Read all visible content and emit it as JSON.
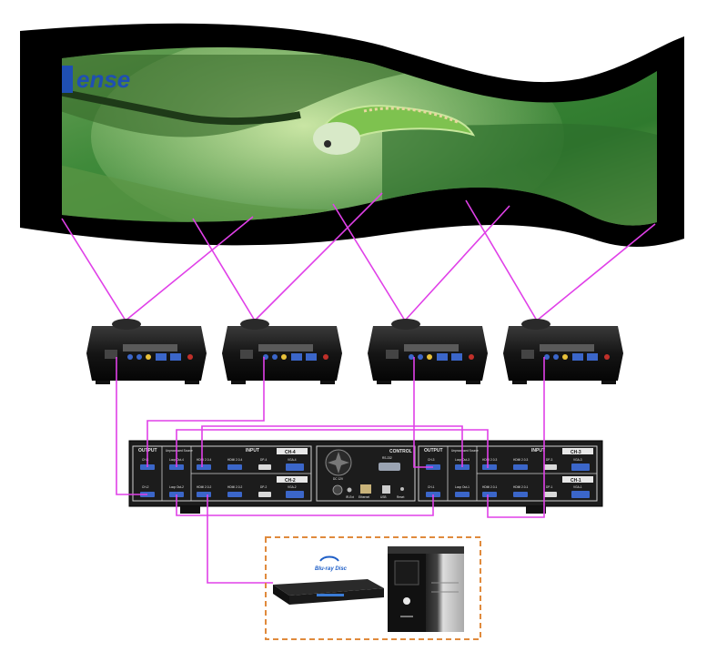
{
  "screen": {
    "brand_text": "ense"
  },
  "processor": {
    "left_block": {
      "output_label": "OUTPUT",
      "loop_label": "Unprocessed Source",
      "input_label": "INPUT",
      "ch_top": "CH-4",
      "ch_bottom": "CH-2",
      "out_top": "CH-4",
      "out_bottom": "CH-2",
      "loop_top": "Loop Out-4",
      "loop_bottom": "Loop Out-2",
      "ports_top": [
        "HDMI 2.0-4",
        "HDMI 2.0-4",
        "DP-4",
        "VGA-4"
      ],
      "ports_bottom": [
        "HDMI 2.0-2",
        "HDMI 2.0-2",
        "DP-2",
        "VGA-2"
      ]
    },
    "control": {
      "label": "CONTROL",
      "rs232": "RS-232",
      "ethernet": "Ethernet",
      "usb": "USB",
      "ir": "IR-Ext",
      "power": "DC 12V",
      "reset": "Reset"
    },
    "right_block": {
      "output_label": "OUTPUT",
      "loop_label": "Unprocessed Source",
      "input_label": "INPUT",
      "ch_top": "CH-3",
      "ch_bottom": "CH-1",
      "out_top": "CH-3",
      "out_bottom": "CH-1",
      "loop_top": "Loop Out-3",
      "loop_bottom": "Loop Out-1",
      "ports_top": [
        "HDMI 2.0-3",
        "HDMI 2.0-3",
        "DP-3",
        "VGA-3"
      ],
      "ports_bottom": [
        "HDMI 2.0-1",
        "HDMI 2.0-1",
        "DP-1",
        "VGA-1"
      ]
    }
  },
  "sources": {
    "bluray_logo": "Blu-ray Disc"
  },
  "colors": {
    "cable": "#e040e8",
    "dashed_box": "#e08a3c",
    "panel": "#1c1c1c"
  }
}
